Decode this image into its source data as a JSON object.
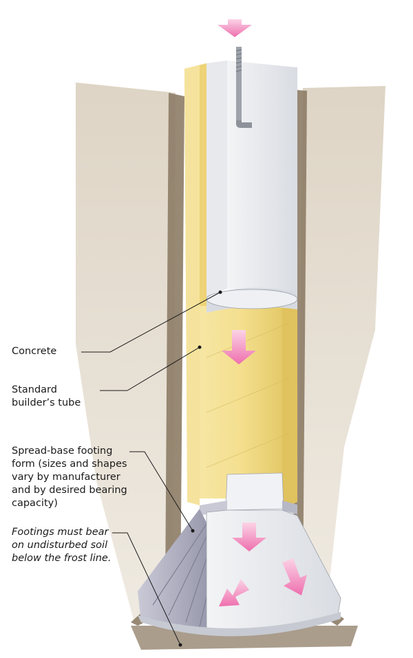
{
  "labels": {
    "concrete": "Concrete",
    "tube": "Standard\nbuilder’s tube",
    "footing_form": "Spread-base footing\nform (sizes and shapes\nvary by manufacturer\nand by desired bearing\ncapacity)",
    "note": "Footings must bear\non undisturbed soil\nbelow the frost line."
  },
  "colors": {
    "soil": "#d9cfc0",
    "soil_dark": "#8a7a66",
    "tube": "#f2dc8a",
    "tube_inner": "#e9cf6e",
    "concrete": "#e8eaee",
    "footing_shell": "#9f9fb0",
    "arrow": "#f28cc0"
  },
  "icons": {
    "flow_arrow": "down-arrow-icon"
  }
}
